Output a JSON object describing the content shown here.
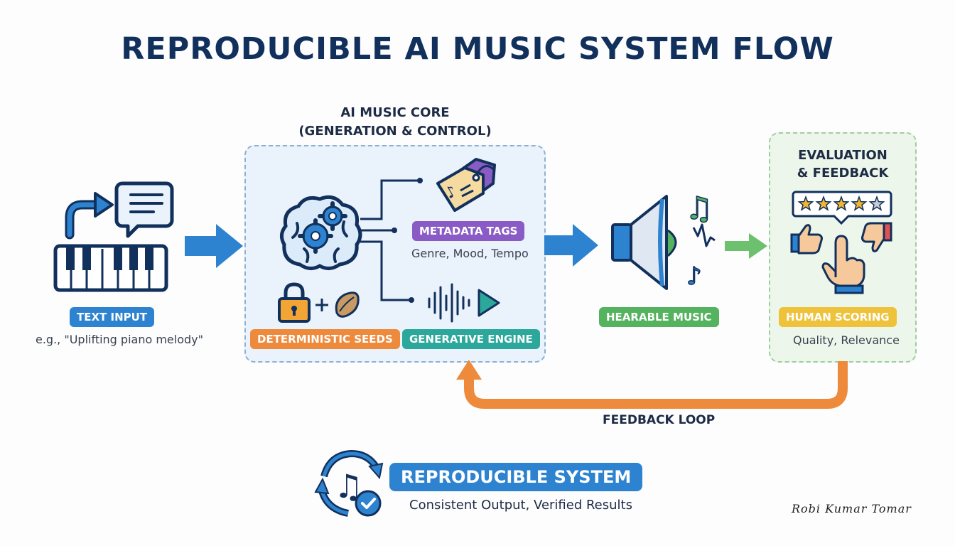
{
  "title": "REPRODUCIBLE AI MUSIC SYSTEM FLOW",
  "core": {
    "title_line1": "AI MUSIC CORE",
    "title_line2": "(GENERATION & CONTROL)",
    "metadata_label": "METADATA TAGS",
    "metadata_caption": "Genre, Mood, Tempo",
    "seeds_label": "DETERMINISTIC SEEDS",
    "engine_label": "GENERATIVE ENGINE"
  },
  "input": {
    "label": "TEXT INPUT",
    "caption": "e.g., \"Uplifting piano melody\""
  },
  "output": {
    "label": "HEARABLE MUSIC"
  },
  "evaluation": {
    "title_line1": "EVALUATION",
    "title_line2": "& FEEDBACK",
    "label": "HUMAN SCORING",
    "caption": "Quality, Relevance",
    "stars_filled": 4,
    "stars_total": 5
  },
  "loop": {
    "label": "FEEDBACK LOOP"
  },
  "footer": {
    "badge": "REPRODUCIBLE SYSTEM",
    "caption": "Consistent Output, Verified Results"
  },
  "signature": "Robi Kumar Tomar",
  "colors": {
    "navy": "#12305c",
    "blue": "#2d83d0",
    "purple": "#8a5bc4",
    "orange": "#ee8a3c",
    "teal": "#2ba79c",
    "green": "#55b25f",
    "yellow": "#eec23a"
  }
}
